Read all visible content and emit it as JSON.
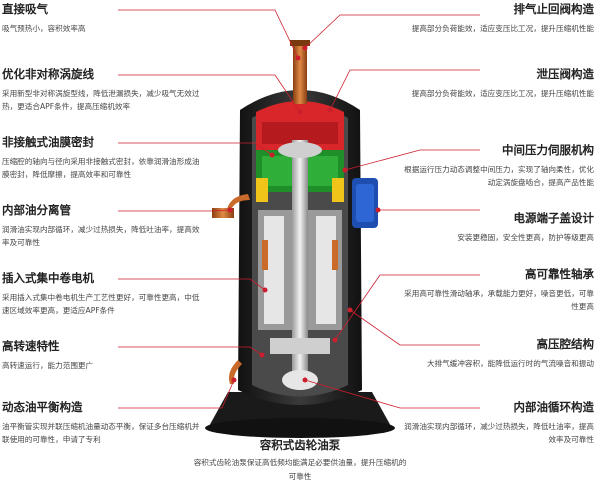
{
  "left": [
    {
      "title": "直接吸气",
      "desc": "吸气预热小，容积效率高"
    },
    {
      "title": "优化非对称涡旋线",
      "desc": "采用新型非对称涡旋型线，降低泄漏损失，减少吸气无效过热，更适合APF条件，提高压缩机效率"
    },
    {
      "title": "非接触式油膜密封",
      "desc": "压缩腔的轴向与径向采用非接触式密封，依靠润滑油形成油膜密封，降低摩擦，提高效率和可靠性"
    },
    {
      "title": "内部油分离管",
      "desc": "润滑油实现内部循环，减少过热损失，降低吐油率，提高效率及可靠性"
    },
    {
      "title": "插入式集中卷电机",
      "desc": "采用插入式集中卷电机生产工艺性更好，可靠性更高，中低速区域效率更高，更适应APF条件"
    },
    {
      "title": "高转速特性",
      "desc": "高转速运行，能力范围更广"
    },
    {
      "title": "动态油平衡构造",
      "desc": "油平衡管实现并联压缩机油量动态平衡，保证多台压缩机并联使用的可靠性，申请了专利"
    }
  ],
  "right": [
    {
      "title": "排气止回阀构造",
      "desc": "提高部分负荷能效，适应变压比工况，提升压缩机性能"
    },
    {
      "title": "泄压阀构造",
      "desc": "提高部分负荷能效，适应变压比工况，提升压缩机性能"
    },
    {
      "title": "中间压力伺服机构",
      "desc": "根据运行压力动态调整中间压力，实现了轴向柔性，优化动定涡旋盘啮合，提高产品性能"
    },
    {
      "title": "电源端子盖设计",
      "desc": "安装更稳固，安全性更高，防护等级更高"
    },
    {
      "title": "高可靠性轴承",
      "desc": "采用高可靠性滑动轴承，承载能力更好，噪音更低，可靠性更高"
    },
    {
      "title": "高压腔结构",
      "desc": "大排气缓冲容积，能降低运行时的气流噪音和振动"
    },
    {
      "title": "内部油循环构造",
      "desc": "润滑油实现内部循环，减少过热损失，降低吐油率，提高效率及可靠性"
    }
  ],
  "center": {
    "title": "容积式齿轮油泵",
    "desc": "容积式齿轮油泵保证高低频均能满足必要供油量，提升压缩机的可靠性"
  },
  "colors": {
    "accent": "#cc1f2d",
    "scroll": "#d8262a",
    "motor": "#b0b0b0",
    "shell": "#2a2a2a",
    "green": "#1f8f2a",
    "yellow": "#f0c419",
    "blue": "#1e4fb0",
    "copper": "#c9692a"
  }
}
